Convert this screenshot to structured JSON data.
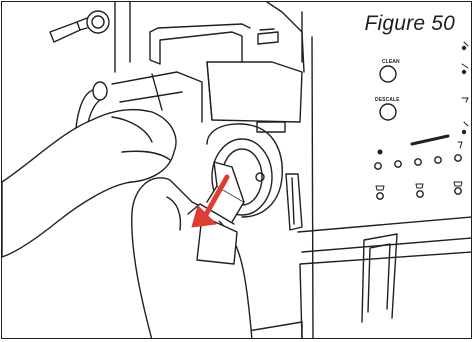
{
  "figure": {
    "caption": "Figure 50"
  },
  "control_panel": {
    "buttons": [
      {
        "label": "CLEAN"
      },
      {
        "label": "DESCALE"
      }
    ]
  },
  "colors": {
    "ink": "#231f20",
    "arrow": "#e03c31",
    "background": "#ffffff"
  }
}
